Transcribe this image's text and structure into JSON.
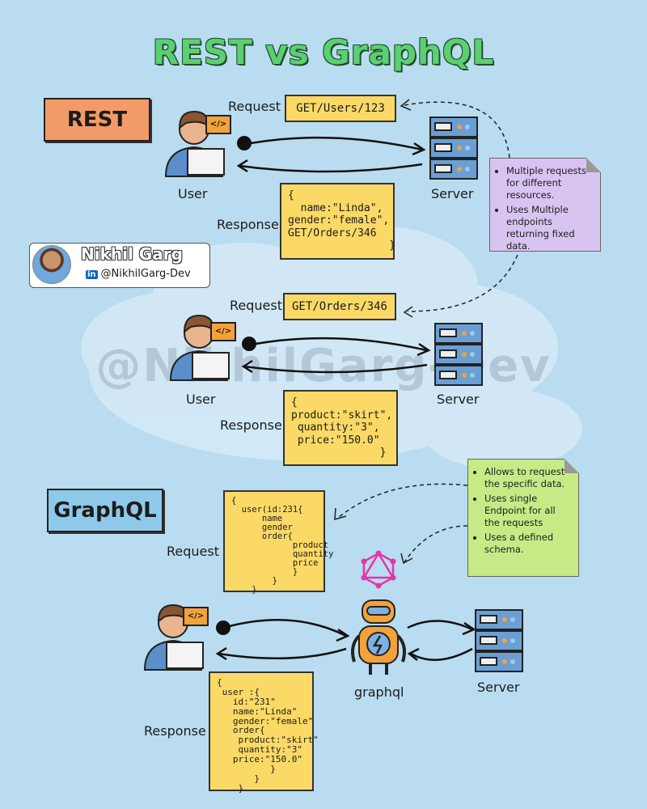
{
  "title": "REST vs GraphQL",
  "rest": {
    "tag": "REST",
    "flow1": {
      "request_label": "Request",
      "request_value": "GET/Users/123",
      "response_label": "Response",
      "response_body": "{\n  name:\"Linda\",\ngender:\"female\",\nGET/Orders/346\n                }",
      "user_label": "User",
      "server_label": "Server"
    },
    "flow2": {
      "request_label": "Request",
      "request_value": "GET/Orders/346",
      "response_label": "Response",
      "response_body": "{\nproduct:\"skirt\",\n quantity:\"3\",\n price:\"150.0\"\n              }",
      "user_label": "User",
      "server_label": "Server"
    },
    "notes": [
      "Multiple requests for different resources.",
      "Uses Multiple endpoints returning fixed data."
    ]
  },
  "graphql": {
    "tag": "GraphQL",
    "request_label": "Request",
    "request_body": "{\n  user(id:231{\n      name\n      gender\n      order{\n            product\n            quantity\n            price\n            }\n        }\n    }",
    "response_label": "Response",
    "response_body": "{\n user :{\n   id:\"231\"\n   name:\"Linda\"\n   gender:\"female\"\n   order{\n    product:\"skirt\"\n    quantity:\"3\"\n   price:\"150.0\"\n          }\n       }\n    }",
    "graphql_label": "graphql",
    "server_label": "Server",
    "notes": [
      "Allows to request the specific data.",
      "Uses single Endpoint for all the requests",
      "Uses a defined schema."
    ]
  },
  "author": {
    "name": "Nikhil Garg",
    "handle": "@NikhilGarg-Dev",
    "linkedin_glyph": "in",
    "watermark": "@NikhilGarg-Dev"
  },
  "colors": {
    "background": "#b9dcf0",
    "rest_tag": "#f29a68",
    "graphql_tag": "#8ec9ea",
    "title": "#5ccf73",
    "note_yellow": "#fbd966",
    "sticky_purple": "#d8c4f0",
    "sticky_green": "#c6eb86",
    "graphql_logo": "#e535ab"
  },
  "icons": [
    "user-developer-icon",
    "code-tag-icon",
    "server-rack-icon",
    "graphql-logo-icon",
    "robot-icon",
    "linkedin-icon"
  ]
}
